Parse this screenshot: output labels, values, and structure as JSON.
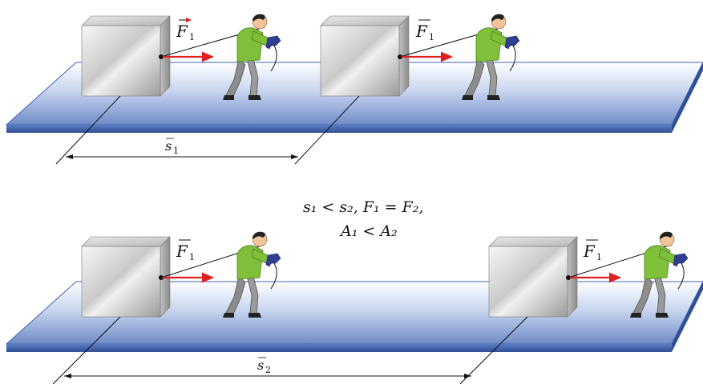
{
  "scene_top": {
    "force_label": "F",
    "force_sub": "1",
    "displacement_label": "s",
    "displacement_sub": "1"
  },
  "scene_bottom": {
    "force_label": "F",
    "force_sub": "1",
    "displacement_label": "s",
    "displacement_sub": "2"
  },
  "relation": {
    "line1": "s₁ < s₂, F₁ = F₂,",
    "line2": "A₁ < A₂"
  },
  "colors": {
    "platform_top": "#a9bde0",
    "platform_edge": "#3f63b0",
    "force_arrow": "#e02020",
    "shirt": "#7fbf3a",
    "pants": "#8c8c8c",
    "tool": "#2f3f8f"
  },
  "icons": [
    "box-icon",
    "person-icon",
    "drill-icon",
    "force-arrow-icon"
  ]
}
